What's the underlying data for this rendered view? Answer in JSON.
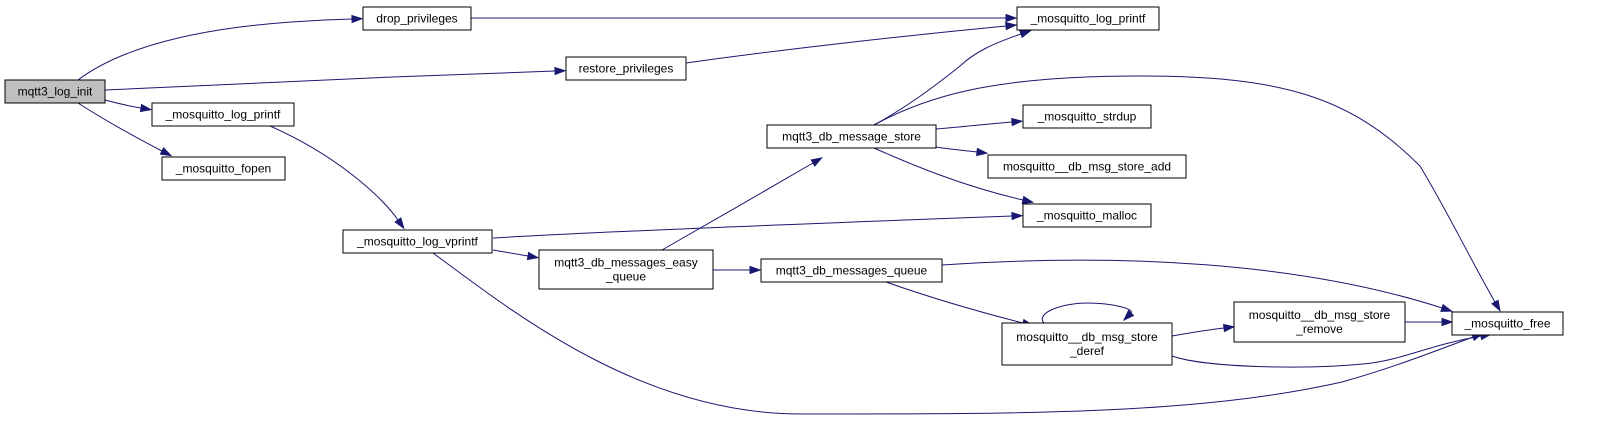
{
  "colors": {
    "edge": "#191970",
    "node_border": "#000000",
    "node_fill": "#ffffff",
    "root_fill": "#bfbfbf"
  },
  "nodes": [
    {
      "id": "log_init",
      "lines": [
        "mqtt3_log_init"
      ],
      "root": true
    },
    {
      "id": "drop_priv",
      "lines": [
        "drop_privileges"
      ]
    },
    {
      "id": "restore_priv",
      "lines": [
        "restore_privileges"
      ]
    },
    {
      "id": "log_printf_top",
      "lines": [
        "_mosquitto_log_printf"
      ]
    },
    {
      "id": "log_printf_left",
      "lines": [
        "_mosquitto_log_printf"
      ]
    },
    {
      "id": "fopen",
      "lines": [
        "_mosquitto_fopen"
      ]
    },
    {
      "id": "log_vprintf",
      "lines": [
        "_mosquitto_log_vprintf"
      ]
    },
    {
      "id": "msg_store",
      "lines": [
        "mqtt3_db_message_store"
      ]
    },
    {
      "id": "strdup",
      "lines": [
        "_mosquitto_strdup"
      ]
    },
    {
      "id": "store_add",
      "lines": [
        "mosquitto__db_msg_store_add"
      ]
    },
    {
      "id": "malloc",
      "lines": [
        "_mosquitto_malloc"
      ]
    },
    {
      "id": "easy_queue",
      "lines": [
        "mqtt3_db_messages_easy",
        "_queue"
      ]
    },
    {
      "id": "msgs_queue",
      "lines": [
        "mqtt3_db_messages_queue"
      ]
    },
    {
      "id": "store_deref",
      "lines": [
        "mosquitto__db_msg_store",
        "_deref"
      ]
    },
    {
      "id": "store_remove",
      "lines": [
        "mosquitto__db_msg_store",
        "_remove"
      ]
    },
    {
      "id": "free",
      "lines": [
        "_mosquitto_free"
      ]
    }
  ],
  "edges": [
    {
      "from": "log_init",
      "to": "drop_priv"
    },
    {
      "from": "log_init",
      "to": "restore_priv"
    },
    {
      "from": "log_init",
      "to": "log_printf_left"
    },
    {
      "from": "log_init",
      "to": "fopen"
    },
    {
      "from": "drop_priv",
      "to": "log_printf_top"
    },
    {
      "from": "restore_priv",
      "to": "log_printf_top"
    },
    {
      "from": "log_printf_left",
      "to": "log_vprintf"
    },
    {
      "from": "log_vprintf",
      "to": "malloc"
    },
    {
      "from": "log_vprintf",
      "to": "easy_queue"
    },
    {
      "from": "log_vprintf",
      "to": "free"
    },
    {
      "from": "easy_queue",
      "to": "msg_store"
    },
    {
      "from": "easy_queue",
      "to": "msgs_queue"
    },
    {
      "from": "msg_store",
      "to": "log_printf_top"
    },
    {
      "from": "msg_store",
      "to": "free"
    },
    {
      "from": "msg_store",
      "to": "strdup"
    },
    {
      "from": "msg_store",
      "to": "store_add"
    },
    {
      "from": "msg_store",
      "to": "malloc"
    },
    {
      "from": "msgs_queue",
      "to": "free"
    },
    {
      "from": "msgs_queue",
      "to": "store_deref"
    },
    {
      "from": "store_deref",
      "to": "store_deref"
    },
    {
      "from": "store_deref",
      "to": "store_remove"
    },
    {
      "from": "store_deref",
      "to": "free"
    },
    {
      "from": "store_remove",
      "to": "free"
    }
  ]
}
